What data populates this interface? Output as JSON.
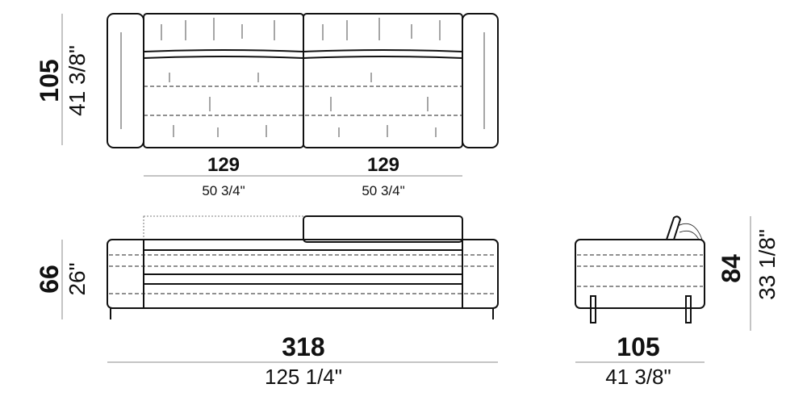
{
  "top_view": {
    "depth_cm": "105",
    "depth_in": "41 3/8\"",
    "seat_left_cm": "129",
    "seat_left_in": "50 3/4\"",
    "seat_right_cm": "129",
    "seat_right_in": "50 3/4\""
  },
  "front_view": {
    "height_cm": "66",
    "height_in": "26\"",
    "width_cm": "318",
    "width_in": "125 1/4\""
  },
  "side_view": {
    "height_cm": "84",
    "height_in": "33 1/8\"",
    "depth_cm": "105",
    "depth_in": "41 3/8\""
  }
}
